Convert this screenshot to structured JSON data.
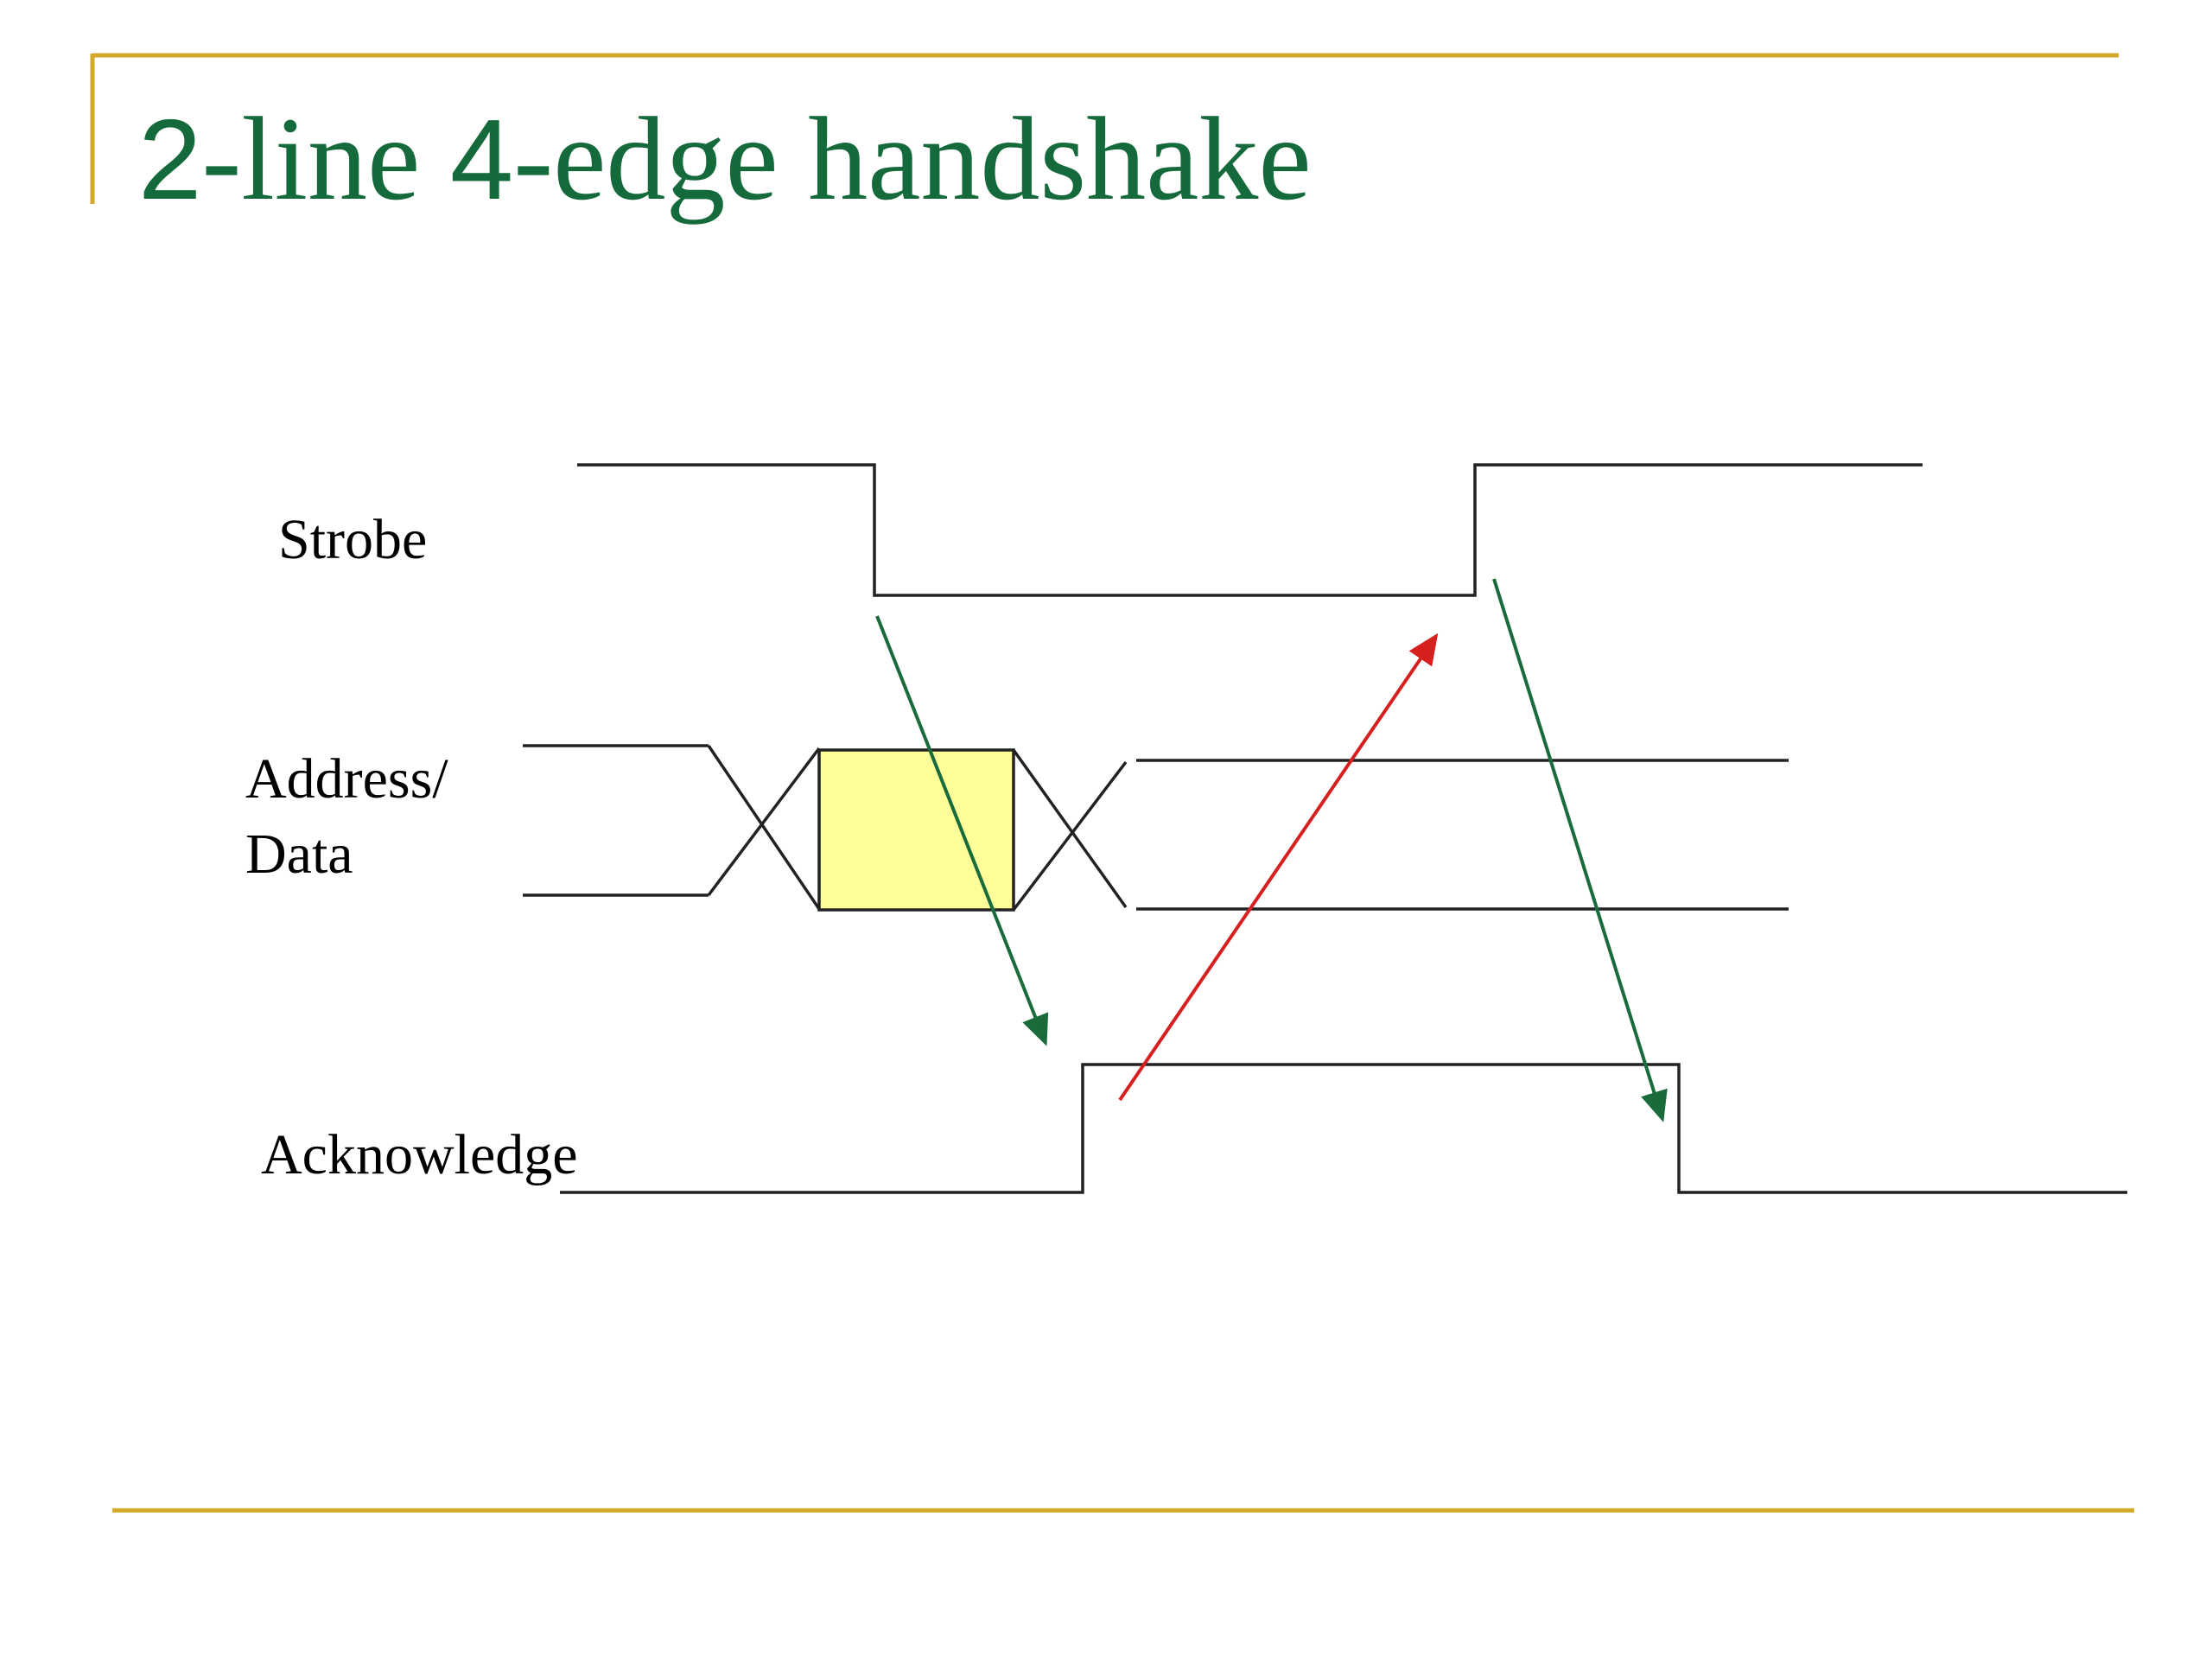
{
  "slide": {
    "title": {
      "part1": "2",
      "part2": "-line ",
      "part3": "4",
      "part4": "-edge handshake"
    },
    "colors": {
      "title": "#146a3a",
      "rule": "#d4a92a",
      "data_box_fill": "#ffff99",
      "causal_arrow_green": "#1a6b3c",
      "causal_arrow_red": "#d62020"
    }
  },
  "diagram": {
    "signals": [
      {
        "id": "strobe",
        "label": "Strobe"
      },
      {
        "id": "address-data",
        "label_line1": "Address/",
        "label_line2": "Data"
      },
      {
        "id": "acknowledge",
        "label": "Acknowledge"
      }
    ],
    "arrows": [
      {
        "from": "strobe-fall",
        "to": "acknowledge-rise",
        "color": "green"
      },
      {
        "from": "acknowledge-rise",
        "to": "strobe-rise",
        "color": "red"
      },
      {
        "from": "strobe-rise",
        "to": "acknowledge-fall",
        "color": "green"
      }
    ]
  }
}
